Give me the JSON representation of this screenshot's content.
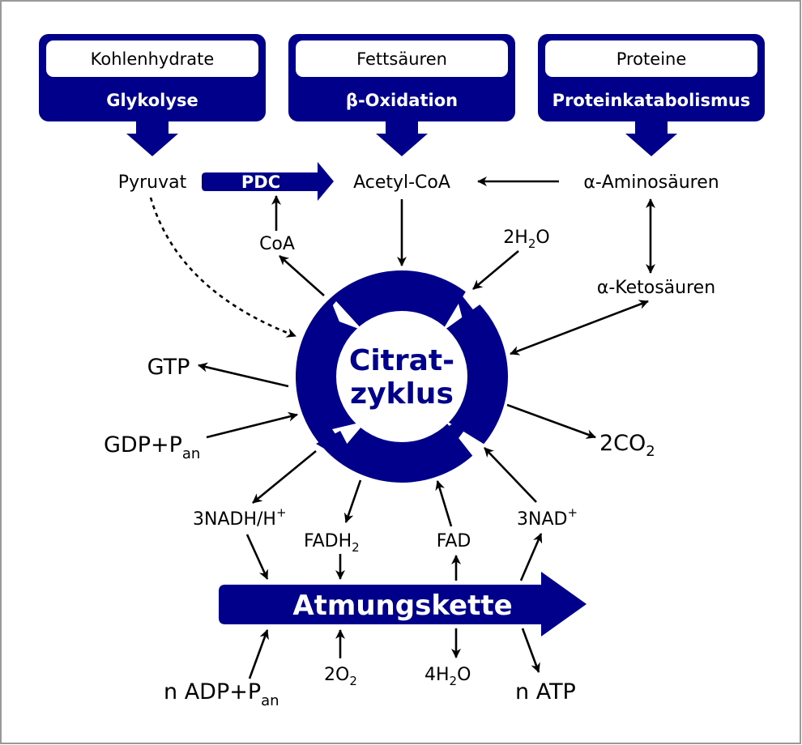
{
  "colors": {
    "navy": "#00008b",
    "black": "#000000",
    "frame": "#999999"
  },
  "sources": [
    {
      "name": "Kohlenhydrate",
      "pathway": "Glykolyse"
    },
    {
      "name": "Fettsäuren",
      "pathway": "β-Oxidation"
    },
    {
      "name": "Proteine",
      "pathway": "Proteinkatabolismus"
    }
  ],
  "metabolites": {
    "pyruvat": "Pyruvat",
    "pdc": "PDC",
    "acetyl_coa": "Acetyl-CoA",
    "aminosaeuren": "α-Aminosäuren",
    "ketosaeuren": "α-Ketosäuren",
    "coa": "CoA",
    "water_cycle": {
      "prefix": "2H",
      "sub": "2",
      "suffix": "O"
    },
    "gtp": "GTP",
    "gdp": {
      "main": "GDP+P",
      "sub": "an"
    },
    "co2": {
      "main": "2CO",
      "sub": "2"
    },
    "nadh": {
      "main": "3NADH/H",
      "sup": "+"
    },
    "fadh2": {
      "main": "FADH",
      "sub": "2"
    },
    "fad": "FAD",
    "nad": {
      "main": "3NAD",
      "sup": "+"
    }
  },
  "cycle": {
    "line1": "Citrat-",
    "line2": "zyklus"
  },
  "chain": {
    "label": "Atmungskette",
    "adp": {
      "main": "n ADP+P",
      "sub": "an"
    },
    "o2": {
      "main": "2O",
      "sub": "2"
    },
    "water": {
      "prefix": "4H",
      "sub": "2",
      "suffix": "O"
    },
    "atp": "n ATP"
  }
}
